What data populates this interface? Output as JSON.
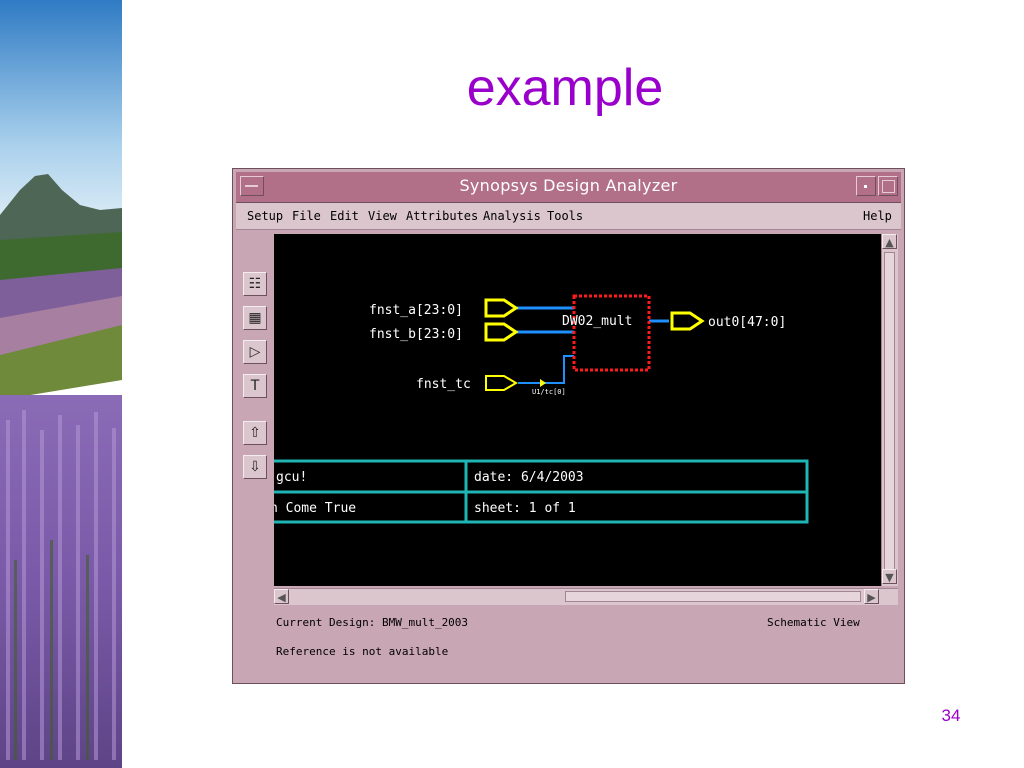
{
  "slide": {
    "title": "example",
    "page_number": "34"
  },
  "window": {
    "title": "Synopsys Design Analyzer",
    "menu": [
      "Setup",
      "File",
      "Edit",
      "View",
      "Attributes",
      "Analysis",
      "Tools"
    ],
    "help": "Help"
  },
  "schematic": {
    "input_a": "fnst_a[23:0]",
    "input_b": "fnst_b[23:0]",
    "input_tc": "fnst_tc",
    "cell_name": "DW02_mult",
    "output": "out0[47:0]",
    "pin_label": "U1/tc[0]",
    "table": {
      "r1c1": "gcu!",
      "r1c2": "date:  6/4/2003",
      "r2c1": "n Come True",
      "r2c2": "sheet:  1 of 1"
    }
  },
  "status": {
    "current_design": "Current Design: BMW_mult_2003",
    "view": "Schematic View",
    "reference": "Reference is not available"
  },
  "colors": {
    "title_purple": "#9900cc",
    "port_yellow": "#ffff00",
    "wire_blue": "#1e90ff",
    "cell_red": "#ff1a1a",
    "table_cyan": "#1fb5b5"
  }
}
